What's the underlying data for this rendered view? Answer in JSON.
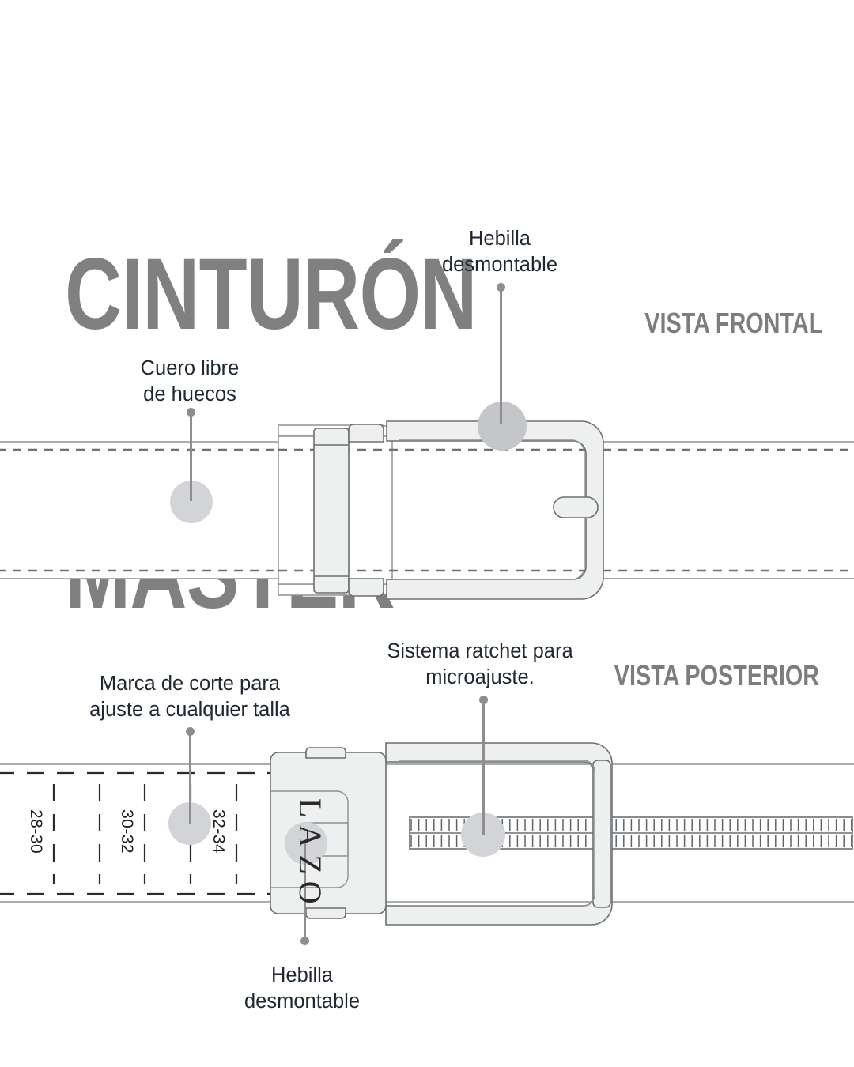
{
  "page": {
    "background": "#ffffff",
    "title_line1": "CINTURÓN",
    "title_line2": "MASTER",
    "title_color": "#808080",
    "text_color": "#1e2733",
    "leader_color": "#8e8e8e",
    "highlight_color": "#d2d4d7",
    "outline_color": "#6b6f73",
    "fill_color": "#eef0f0"
  },
  "views": {
    "front_label": "VISTA FRONTAL",
    "back_label": "VISTA POSTERIOR"
  },
  "callouts": {
    "buckle_front": "Hebilla\ndesmontable",
    "leather": "Cuero libre\nde huecos",
    "cut_mark": "Marca de corte para\najuste a cualquier talla",
    "ratchet": "Sistema ratchet para\nmicroajuste.",
    "buckle_back": "Hebilla\ndesmontable"
  },
  "brand": {
    "logo_text": "LAZO"
  },
  "sizes": [
    {
      "label": "28-30"
    },
    {
      "label": "30-32"
    },
    {
      "label": "32-34"
    }
  ]
}
